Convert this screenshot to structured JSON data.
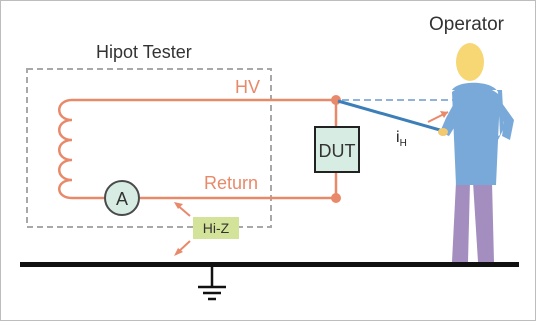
{
  "labels": {
    "operator": "Operator",
    "hipot_tester": "Hipot Tester",
    "hv": "HV",
    "return": "Return",
    "dut": "DUT",
    "ammeter": "A",
    "current_main": "i",
    "current_sub": "H",
    "hi_z": "Hi-Z"
  },
  "colors": {
    "wire": "#e8896a",
    "ground": "#111111",
    "tester_box": "#a8a8a8",
    "hi_z_fill": "#d4e39a",
    "ammeter_fill": "#d7ede4",
    "dut_fill": "#d7ede4",
    "leakage_dashed": "#8fb3d9",
    "probe": "#3c7fb8",
    "operator_head": "#f7d774",
    "operator_shirt": "#79a9d9",
    "operator_pants": "#a48dbf",
    "hv_text": "#e8896a",
    "return_text": "#e8896a"
  }
}
